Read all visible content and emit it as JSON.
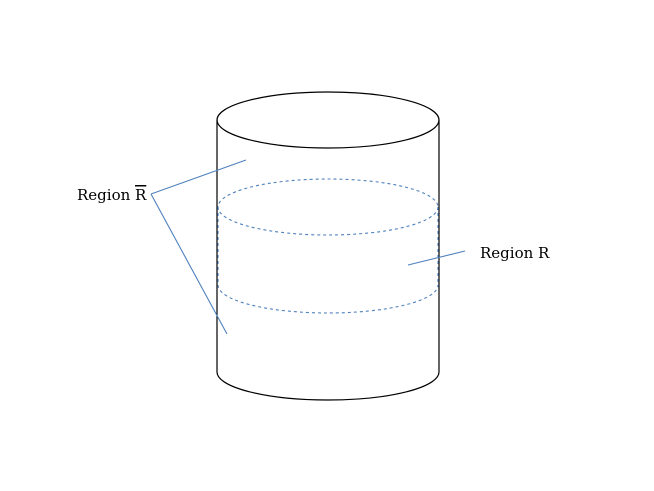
{
  "diagram": {
    "labels": {
      "region_r_bar": {
        "base": "Region R",
        "overline_letter": "R"
      },
      "region_r": "Region R"
    },
    "colors": {
      "background": "#ffffff",
      "outline": "#000000",
      "region_r": "#4f81bd",
      "leader_lines": "#4f81bd"
    },
    "styles": {
      "cylinder_outline": "solid",
      "region_r_boundary": "dashed"
    }
  }
}
